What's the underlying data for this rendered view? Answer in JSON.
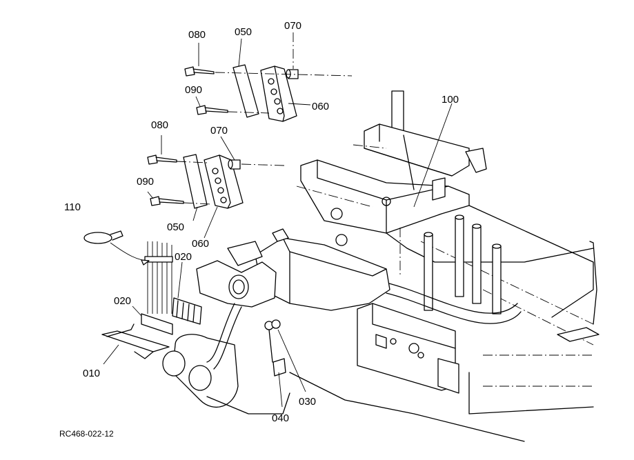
{
  "diagram": {
    "drawing_code": "RC468-022-12",
    "part_labels": {
      "p080a": "080",
      "p050a": "050",
      "p070a": "070",
      "p090a": "090",
      "p060a": "060",
      "p100": "100",
      "p080b": "080",
      "p070b": "070",
      "p110": "110",
      "p090b": "090",
      "p050b": "050",
      "p060b": "060",
      "p020a": "020",
      "p020b": "020",
      "p010": "010",
      "p030": "030",
      "p040": "040"
    }
  }
}
